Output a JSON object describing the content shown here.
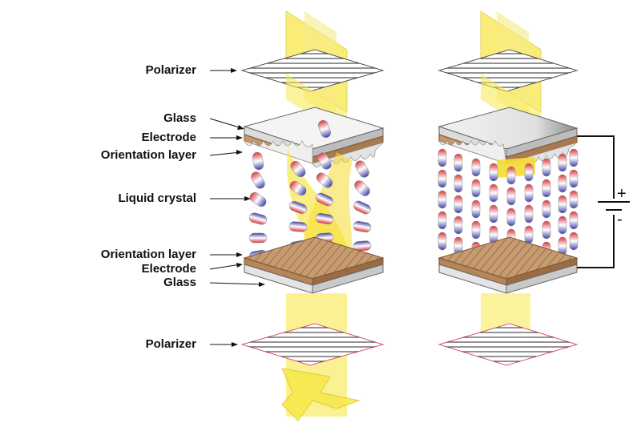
{
  "labels": {
    "top_polarizer": "Polarizer",
    "top_glass": "Glass",
    "top_electrode": "Electrode",
    "top_orientation": "Orientation layer",
    "liquid_crystal": "Liquid crystal",
    "bottom_orientation": "Orientation layer",
    "bottom_electrode": "Electrode",
    "bottom_glass": "Glass",
    "bottom_polarizer": "Polarizer"
  },
  "battery": {
    "plus": "+",
    "minus": "-"
  },
  "colors": {
    "light": "#f7e84a",
    "glass": "#e9e9e9",
    "electrode": "#c4966a",
    "molecule_red": "#d9343f",
    "molecule_blue": "#3f3fa8",
    "polarizer_edge_bottom": "#d9547a"
  }
}
